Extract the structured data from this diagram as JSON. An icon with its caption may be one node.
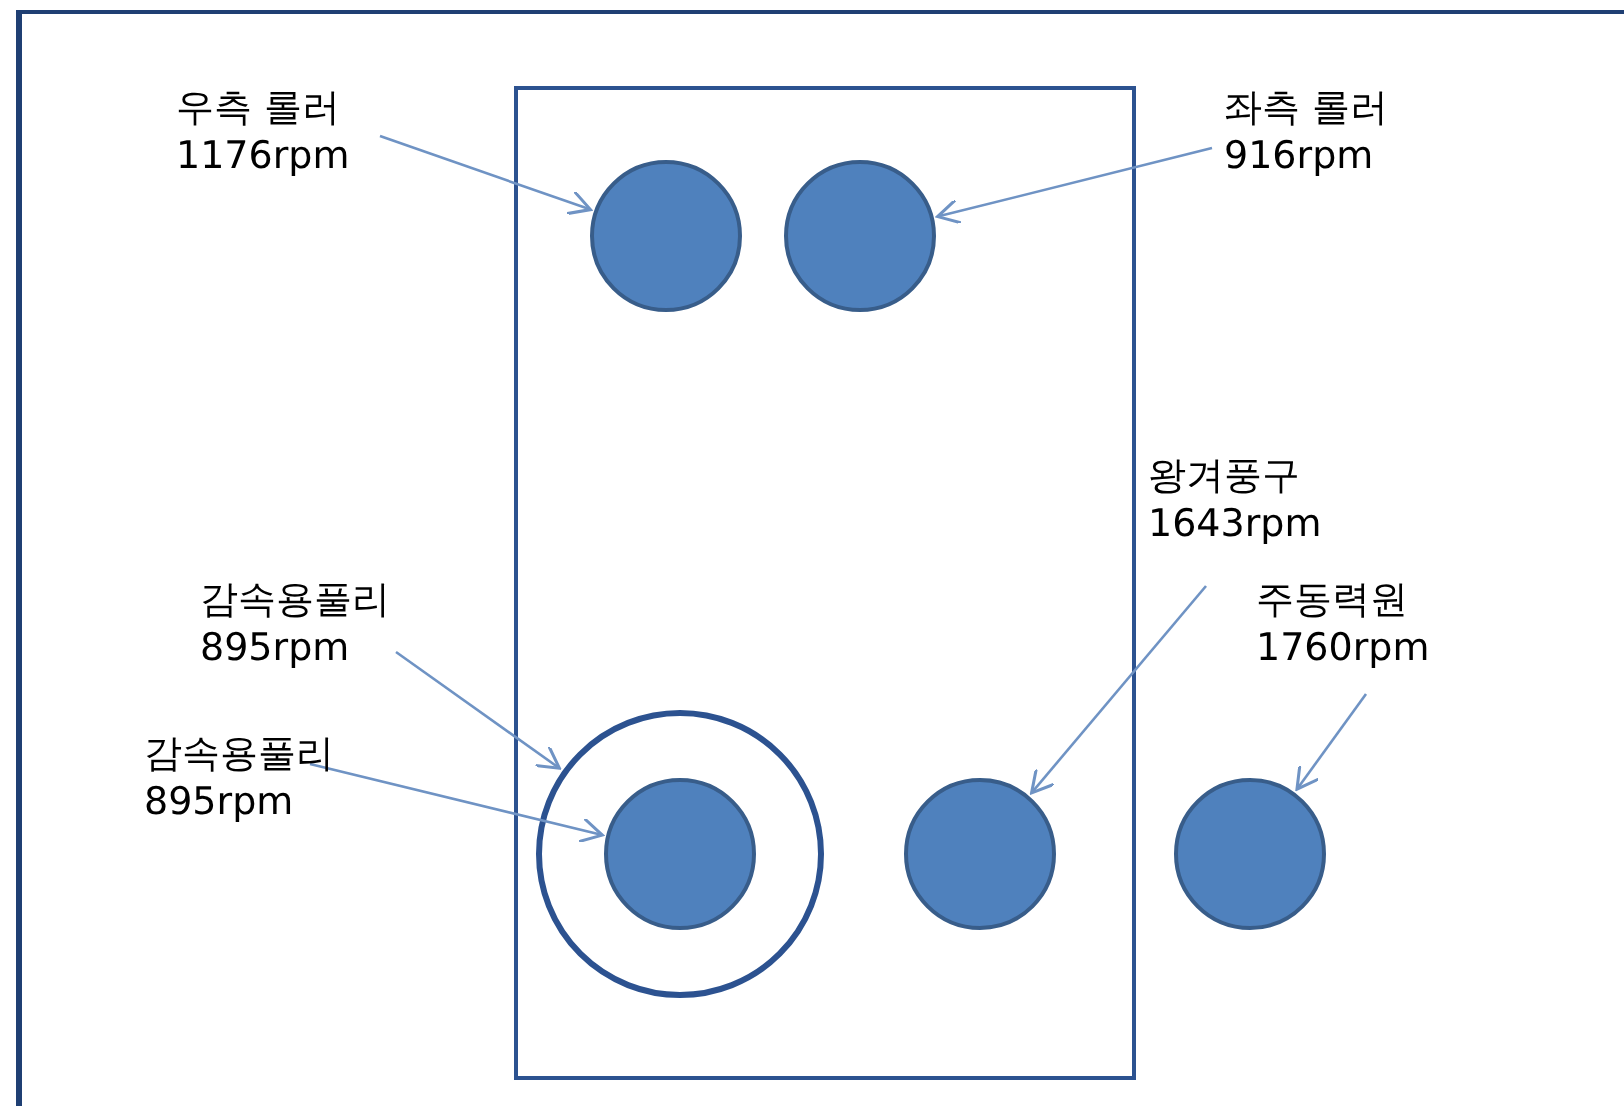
{
  "diagram": {
    "nodes": [
      {
        "text": [],
        "shape": "box"
      },
      {
        "text": [
          "우측 롤러",
          "1176rpm"
        ]
      },
      {
        "text": [
          "좌측 롤러",
          "916rpm"
        ]
      },
      {
        "text": [],
        "shape": "circle",
        "in": 0
      },
      {
        "text": [],
        "shape": "circle",
        "in": 0
      },
      {
        "text": [
          "왕겨풍구",
          "1643rpm"
        ]
      },
      {
        "text": [
          "감속용풀리",
          "895rpm"
        ]
      },
      {
        "text": [
          "주동력원",
          "1760rpm"
        ]
      },
      {
        "text": [
          "감속용풀리",
          "895rpm"
        ]
      },
      {
        "text": [],
        "shape": "circle",
        "in": 0
      },
      {
        "text": [],
        "shape": "circle",
        "in": 9
      },
      {
        "text": [],
        "shape": "circle",
        "in": 0
      },
      {
        "text": [],
        "shape": "circle"
      }
    ],
    "edges": [
      {
        "from": 1,
        "to": 3,
        "arrow": "to"
      },
      {
        "from": 2,
        "to": 4,
        "arrow": "to"
      },
      {
        "from": 5,
        "to": 11,
        "arrow": "to"
      },
      {
        "from": 6,
        "to": 9,
        "arrow": "to"
      },
      {
        "from": 7,
        "to": 12,
        "arrow": "to"
      },
      {
        "from": 8,
        "to": 10,
        "arrow": "to"
      }
    ]
  }
}
